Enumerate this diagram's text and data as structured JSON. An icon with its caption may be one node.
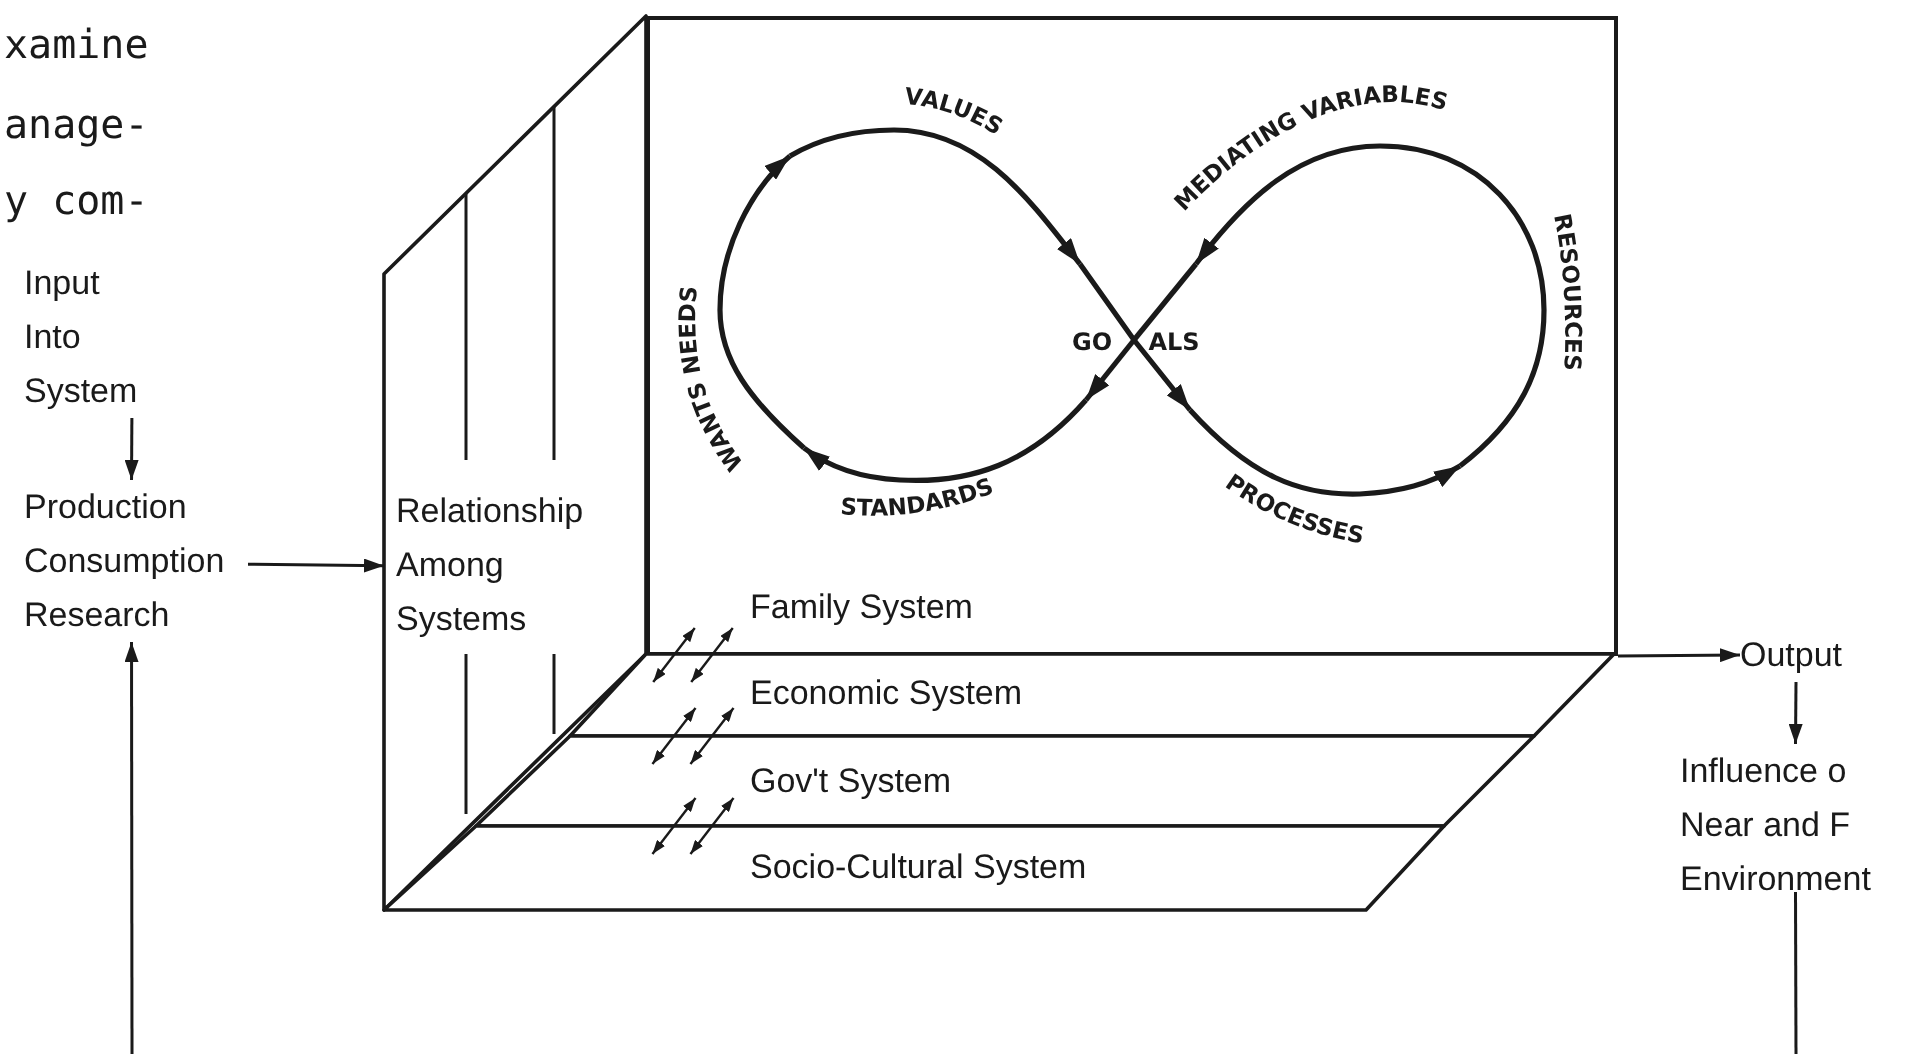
{
  "diagram": {
    "nodes": [
      {
        "text": [
          "Input Into System"
        ]
      },
      {
        "text": [
          "Production Consumption Research"
        ]
      },
      {
        "text": [
          "Relationship Among Systems"
        ]
      },
      {
        "text": [
          "Family System"
        ]
      },
      {
        "text": [
          "Economic System"
        ]
      },
      {
        "text": [
          "Gov't System"
        ]
      },
      {
        "text": [
          "Socio-Cultural System"
        ]
      },
      {
        "text": [
          "Output"
        ]
      },
      {
        "text": [
          "Influence o Near and F Environment"
        ]
      }
    ],
    "edges": [
      {
        "from": 0,
        "to": 1,
        "arrow": "to"
      },
      {
        "from": 1,
        "to": 2,
        "arrow": "to"
      },
      {
        "from": 3,
        "to": 7,
        "arrow": "to"
      },
      {
        "from": 7,
        "to": 8,
        "arrow": "to"
      },
      {
        "from": 8,
        "to": null,
        "arrow": "none"
      },
      {
        "from": null,
        "to": 1,
        "arrow": "to"
      },
      {
        "from": 3,
        "to": 4,
        "arrow": "both"
      },
      {
        "from": 3,
        "to": 4,
        "arrow": "both"
      },
      {
        "from": 4,
        "to": 5,
        "arrow": "both"
      },
      {
        "from": 4,
        "to": 5,
        "arrow": "both"
      },
      {
        "from": 5,
        "to": 6,
        "arrow": "both"
      },
      {
        "from": 5,
        "to": 6,
        "arrow": "both"
      }
    ],
    "labels": [
      "xamine",
      "anage-",
      "y com-",
      "VALUES",
      "MEDIATING VARIABLES",
      "WANTS NEEDS",
      "GO ALS",
      "RESOURCES",
      "STANDARDS",
      "PROCESSES"
    ]
  }
}
